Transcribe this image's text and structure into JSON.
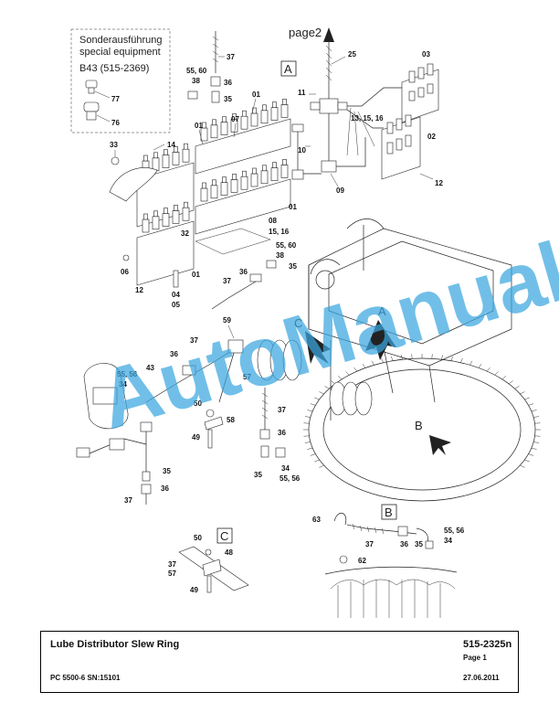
{
  "colors": {
    "watermark": "#3aa6df",
    "line": "#222222"
  },
  "inset": {
    "line1": "Sonderausführung",
    "line2": "special equipment",
    "line3": "B43 (515-2369)",
    "parts": [
      "77",
      "76"
    ]
  },
  "page_ref": "page2",
  "view_labels": {
    "a": "A",
    "b": "B",
    "c": "C"
  },
  "arrow_labels": {
    "a": "A",
    "b": "B",
    "c": "C"
  },
  "watermark": "AutoManual",
  "callouts": {
    "c37a": "37",
    "c55_60a": "55, 60",
    "c38a": "38",
    "c36a": "36",
    "c35a": "35",
    "c25": "25",
    "c03": "03",
    "c11": "11",
    "c13_15_16": "13, 15, 16",
    "c02": "02",
    "c01a": "01",
    "c07": "07",
    "c01b": "01",
    "c33": "33",
    "c14": "14",
    "c10": "10",
    "c09": "09",
    "c12a": "12",
    "c01c": "01",
    "c08": "08",
    "c15_16": "15,  16",
    "c55_60b": "55, 60",
    "c38b": "38",
    "c35b": "35",
    "c36b": "36",
    "c32": "32",
    "c37b": "37",
    "c06": "06",
    "c01d": "01",
    "c04": "04",
    "c05": "05",
    "c12b": "12",
    "c59": "59",
    "c37c": "37",
    "c36c": "36",
    "c43": "43",
    "c55_56a": "55, 56",
    "c34a": "34",
    "c57a": "57",
    "c50a": "50",
    "c58": "58",
    "c49a": "49",
    "c37d": "37",
    "c36d": "36",
    "c35c": "35",
    "c34b": "34",
    "c55_56b": "55,  56",
    "c35d": "35",
    "c36e": "36",
    "c37e": "37",
    "c63": "63",
    "c37f": "37",
    "c36f": "36",
    "c35e": "35",
    "c55_56c": "55, 56",
    "c34c": "34",
    "c62": "62",
    "c50b": "50",
    "c48": "48",
    "c37g": "37",
    "c57b": "57",
    "c49b": "49"
  },
  "title_block": {
    "title": "Lube Distributor Slew Ring",
    "part_number": "515-2325n",
    "page": "Page 1",
    "model": "PC 5500-6 SN:15101",
    "date": "27.06.2011"
  }
}
